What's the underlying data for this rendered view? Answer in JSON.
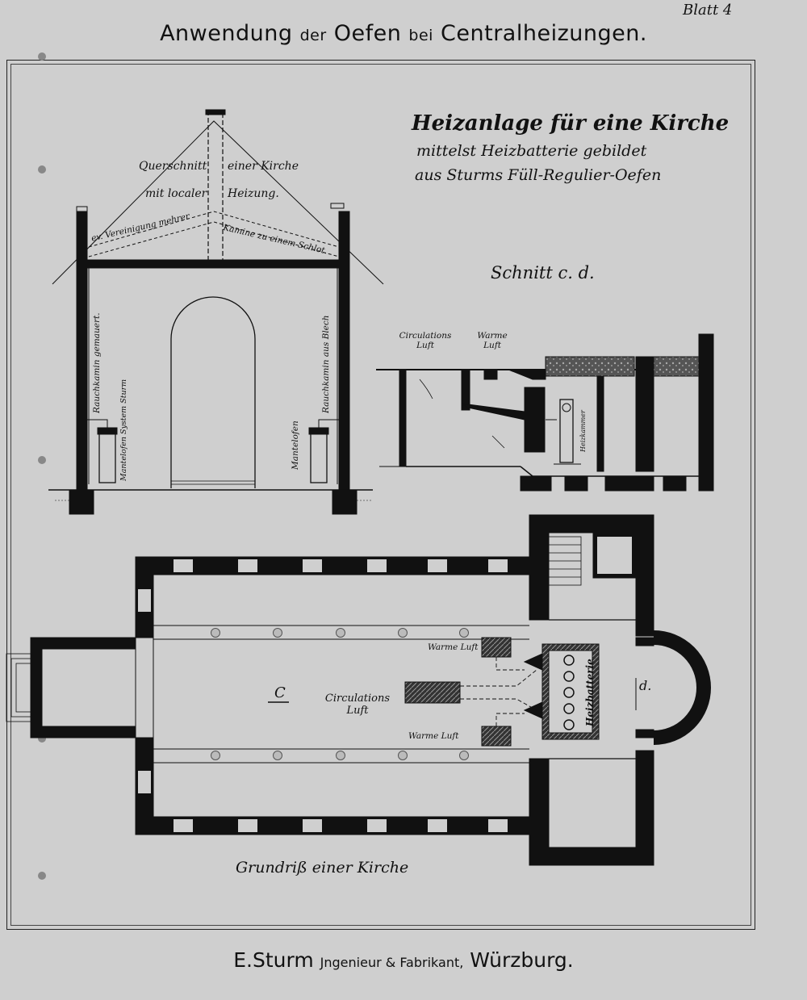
{
  "header": {
    "sheet_number": "Blatt 4",
    "title_parts": [
      "Anwendung",
      "der",
      "Oefen",
      "bei",
      "Centralheizungen."
    ]
  },
  "plate_title": {
    "line1": "Heizanlage für eine Kirche",
    "line2": "mittelst Heizbatterie gebildet",
    "line3": "aus Sturms Füll-Regulier-Oefen"
  },
  "cross_section": {
    "label_left_top": "Querschnitt",
    "label_right_top": "einer Kirche",
    "label_left_bottom": "mit localer",
    "label_right_bottom": "Heizung.",
    "roof_left": "ev. Vereinigung mehrer",
    "roof_right": "Kamine zu einem Schlot.",
    "chimney_left": "Rauchkamin gemauert.",
    "chimney_right": "Rauchkamin aus Blech",
    "stove_left": "Mantelofen System Sturm",
    "stove_right": "Mantelofen"
  },
  "section_cd": {
    "label": "Schnitt c. d.",
    "circulation_air": "Circulations Luft",
    "warm_air": "Warme Luft",
    "heating_chamber": "Heizkammer"
  },
  "plan": {
    "caption": "Grundriß einer Kirche",
    "point_c": "C",
    "point_d": "d.",
    "circulation_air": "Circulations Luft",
    "warm_air_top": "Warme Luft",
    "warm_air_bottom": "Warme Luft",
    "battery": "Heizbatterie"
  },
  "footer": {
    "name": "E.Sturm",
    "profession": "Jngenieur & Fabrikant,",
    "city": "Würzburg."
  },
  "colors": {
    "paper": "#cfcfcf",
    "ink": "#111111",
    "margin": "#7d7d7d"
  }
}
